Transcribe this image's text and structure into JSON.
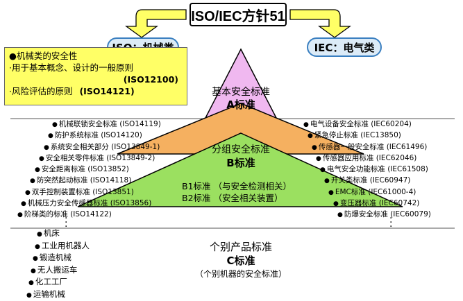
{
  "header": {
    "title": "ISO/IEC方针51"
  },
  "branches": {
    "iso": "ISO：机械类",
    "iec": "IEC：电气类"
  },
  "note_box": {
    "heading": "机械类的安全性",
    "line1": "·用于基本概念、设计的一般原则",
    "code1": "(ISO12100)",
    "line2": "·风险评估的原则",
    "code2": "(ISO14121)"
  },
  "pyramid": {
    "a_label": "基本安全标准",
    "a_sub": "A标准",
    "b_label": "分组安全标准",
    "b_sub": "B标准",
    "b1": "B1标准 （与安全检测相关）",
    "b2": "B2标准 （安全相关装置）",
    "c_label": "个别产品标准",
    "c_sub": "C标准",
    "c_note": "（个别机器的安全标准）"
  },
  "iso_standards": [
    "机械联锁安全标准 (ISO14119)",
    "防护系统标准 (ISO14120)",
    "系统安全相关部分 (ISO13849-1)",
    "安全相关零件标准 (ISO13849-2)",
    "安全距离标准 (ISO13852)",
    "防突然起动标准 (ISO14118)",
    "双手控制装置标准 (ISO13851)",
    "机械压力安全传感器标准 (ISO13856)",
    "阶梯类的标准 (ISO14122)"
  ],
  "iec_standards": [
    "电气设备安全标准 (IEC60204)",
    "紧急停止标准 (IEC13850)",
    "传感器一般安全标准 (IEC61496)",
    "传感器应用标准 (IEC62046)",
    "电气安全功能标准 (IEC61508)",
    "开关类标准 (IEC60947)",
    "EMC标准 (IEC61000-4)",
    "变压器标准 (IEC60742)",
    "防爆安全标准 (IEC60079)"
  ],
  "c_examples": [
    "机床",
    "工业用机器人",
    "锻造机械",
    "无人搬运车",
    "化工工厂",
    "运输机械"
  ],
  "colors": {
    "tier_a": "#f0b8f0",
    "tier_b": "#f5b060",
    "tier_b_low": "#9be060",
    "arrow": "#ffff66",
    "note_box": "#ffff66",
    "pill_bg": "#dcebf7",
    "pill_border": "#3a7fc0"
  }
}
